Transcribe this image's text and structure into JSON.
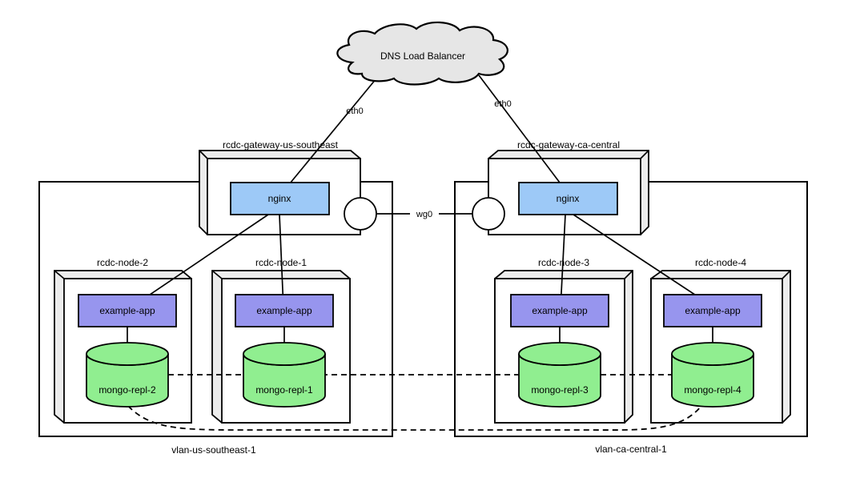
{
  "cloud": {
    "label": "DNS Load Balancer"
  },
  "gateways": [
    {
      "title": "rcdc-gateway-us-southeast",
      "service": "nginx",
      "uplink": "eth0"
    },
    {
      "title": "rcdc-gateway-ca-central",
      "service": "nginx",
      "uplink": "eth0"
    }
  ],
  "tunnel": {
    "label": "wg0"
  },
  "vlans": [
    {
      "label": "vlan-us-southeast-1"
    },
    {
      "label": "vlan-ca-central-1"
    }
  ],
  "nodes": [
    {
      "title": "rcdc-node-2",
      "app": "example-app",
      "db": "mongo-repl-2"
    },
    {
      "title": "rcdc-node-1",
      "app": "example-app",
      "db": "mongo-repl-1"
    },
    {
      "title": "rcdc-node-3",
      "app": "example-app",
      "db": "mongo-repl-3"
    },
    {
      "title": "rcdc-node-4",
      "app": "example-app",
      "db": "mongo-repl-4"
    }
  ],
  "colors": {
    "nginx_fill": "#9dc9f7",
    "app_fill": "#9795ee",
    "db_fill": "#90ee90",
    "bevel_fill": "#ececec",
    "cloud_fill": "#e6e6e6",
    "stroke": "#000000"
  }
}
